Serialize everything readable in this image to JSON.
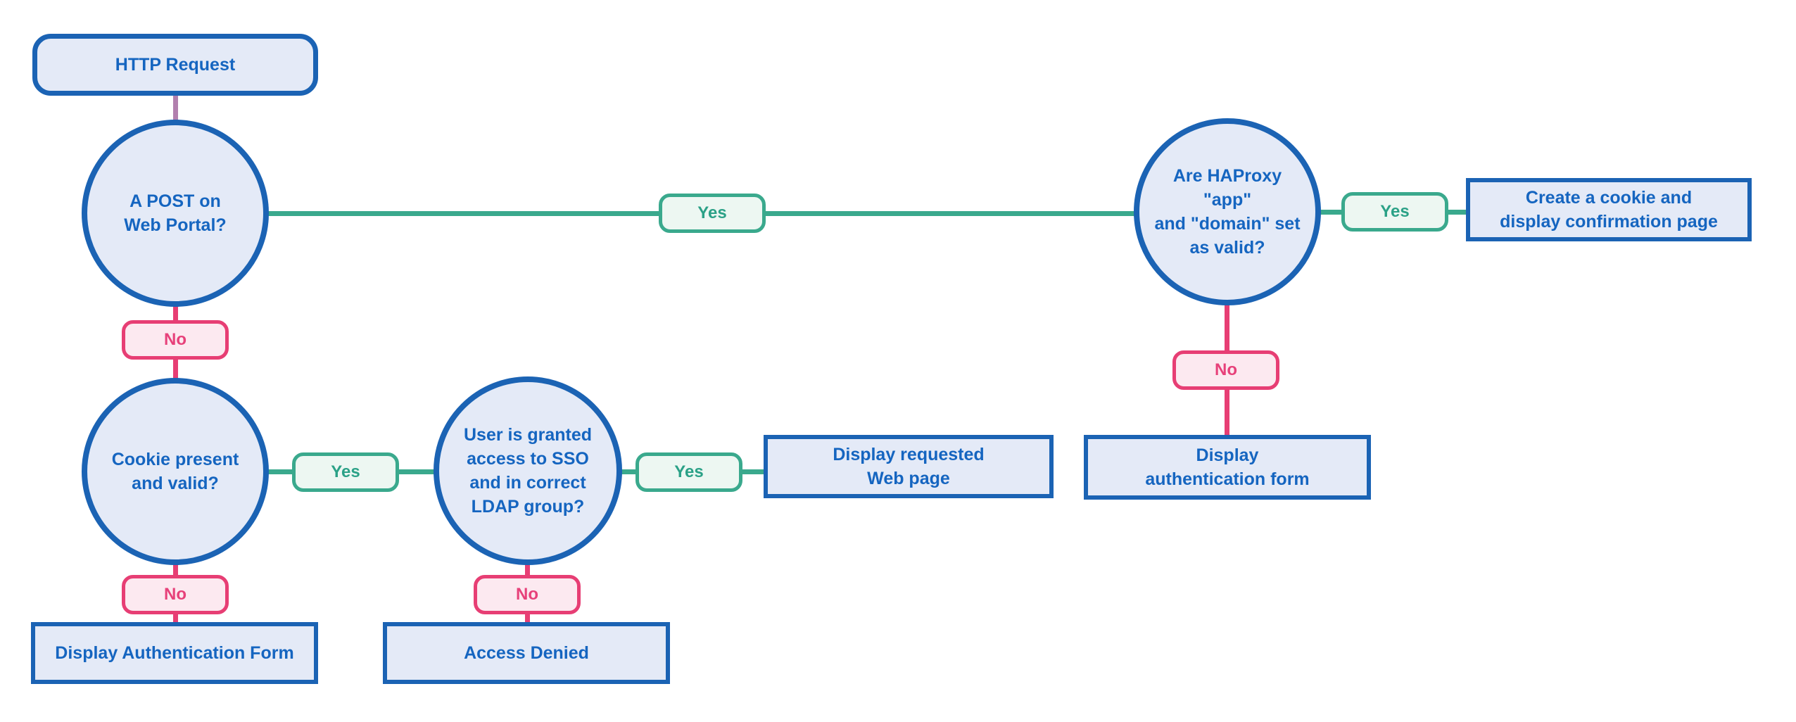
{
  "diagram": {
    "type": "flowchart",
    "labels": {
      "yes": "Yes",
      "no": "No"
    },
    "colors": {
      "background": "#ffffff",
      "node_border": "#1b63b4",
      "node_fill": "#e4eaf7",
      "node_text": "#1565c0",
      "yes_border": "#3aa98d",
      "yes_fill": "#edf7f2",
      "yes_text": "#2ba187",
      "no_border": "#e73e74",
      "no_fill": "#fce9f0",
      "no_text": "#e7417a",
      "start_connector": "#b27fae"
    },
    "nodes": {
      "http_request": {
        "label": "HTTP Request",
        "shape": "rounded-rect"
      },
      "post_on_web_portal": {
        "label": "A POST on\nWeb Portal?",
        "shape": "circle"
      },
      "haproxy_valid": {
        "label": "Are HAProxy \"app\"\nand \"domain\" set\nas valid?",
        "shape": "circle"
      },
      "cookie_present": {
        "label": "Cookie present\nand valid?",
        "shape": "circle"
      },
      "user_granted": {
        "label": "User is granted\naccess to SSO\nand in correct\nLDAP group?",
        "shape": "circle"
      },
      "create_cookie": {
        "label": "Create a cookie and\ndisplay confirmation page",
        "shape": "rect"
      },
      "display_requested": {
        "label": "Display requested\nWeb page",
        "shape": "rect"
      },
      "display_auth_form_right": {
        "label": "Display\nauthentication form",
        "shape": "rect"
      },
      "display_auth_form_left": {
        "label": "Display Authentication Form",
        "shape": "rect"
      },
      "access_denied": {
        "label": "Access Denied",
        "shape": "rect"
      }
    },
    "edges": [
      {
        "from": "http_request",
        "to": "post_on_web_portal",
        "label": ""
      },
      {
        "from": "post_on_web_portal",
        "to": "haproxy_valid",
        "label": "Yes"
      },
      {
        "from": "post_on_web_portal",
        "to": "cookie_present",
        "label": "No"
      },
      {
        "from": "haproxy_valid",
        "to": "create_cookie",
        "label": "Yes"
      },
      {
        "from": "haproxy_valid",
        "to": "display_auth_form_right",
        "label": "No"
      },
      {
        "from": "cookie_present",
        "to": "user_granted",
        "label": "Yes"
      },
      {
        "from": "cookie_present",
        "to": "display_auth_form_left",
        "label": "No"
      },
      {
        "from": "user_granted",
        "to": "display_requested",
        "label": "Yes"
      },
      {
        "from": "user_granted",
        "to": "access_denied",
        "label": "No"
      }
    ]
  }
}
